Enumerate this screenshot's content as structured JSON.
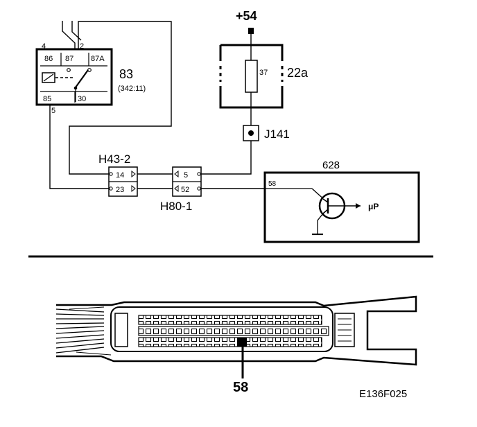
{
  "relay": {
    "pin4": "4",
    "pin2": "2",
    "pin5": "5",
    "pin86": "86",
    "pin87": "87",
    "pin87a": "87A",
    "pin85": "85",
    "pin30": "30",
    "id": "83",
    "ref": "(342:11)"
  },
  "supply": {
    "label": "+54"
  },
  "fuse": {
    "number": "37",
    "id": "22a"
  },
  "junction": {
    "id": "J141"
  },
  "connector_h43": {
    "id": "H43-2",
    "pin_top": "14",
    "pin_bottom": "23"
  },
  "connector_h80": {
    "id": "H80-1",
    "pin_top": "5",
    "pin_bottom": "52"
  },
  "control_unit": {
    "id": "628",
    "pin": "58"
  },
  "transistor": {
    "output_label": "μΡ"
  },
  "ecu_connector": {
    "pin_callout": "58"
  },
  "figure_code": "E136F025"
}
